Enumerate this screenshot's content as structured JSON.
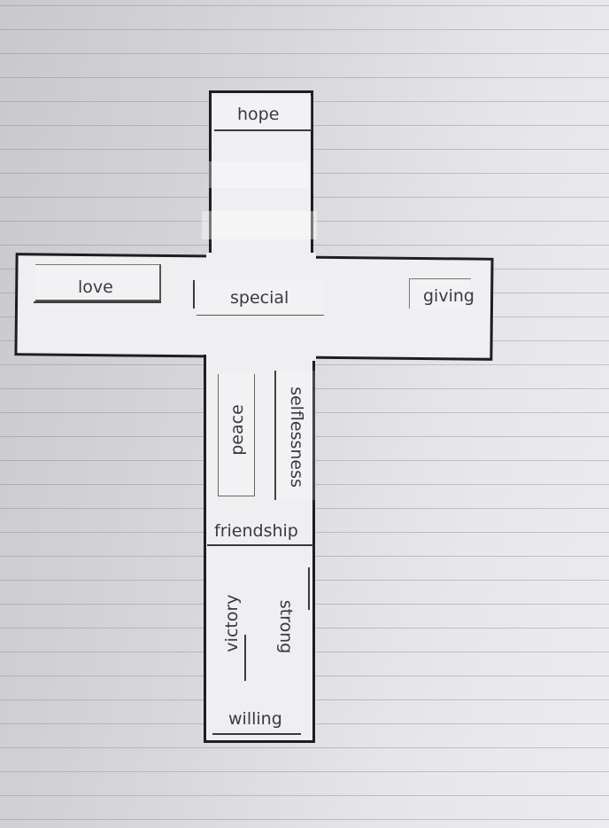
{
  "words": {
    "hope": "hope",
    "love": "love",
    "special": "special",
    "giving": "giving",
    "peace": "peace",
    "selflessness": "selflessness",
    "friendship": "friendship",
    "victory": "victory",
    "strong": "strong",
    "willing": "willing"
  },
  "colors": {
    "paper": "#d8d7db",
    "ruled_line": "#9a9aa2",
    "cross_fill": "#efeef1",
    "outline": "#1e1e20",
    "text": "#3a3a3e"
  }
}
